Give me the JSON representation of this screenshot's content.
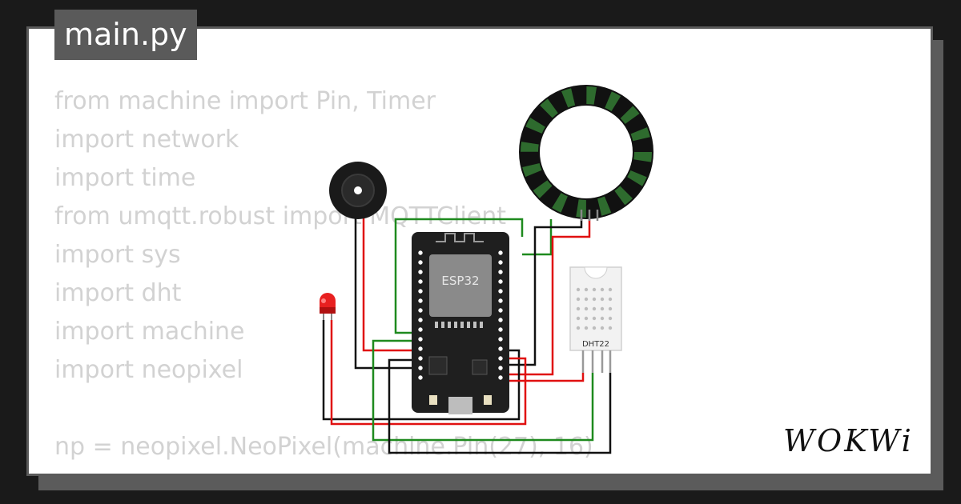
{
  "file_tab": {
    "label": "main.py"
  },
  "code_lines": [
    "from machine import Pin, Timer",
    "import network",
    "import time",
    "from umqtt.robust import MQTTClient",
    "import sys",
    "import dht",
    "import machine",
    "import neopixel",
    "",
    "np = neopixel.NeoPixel(machine.Pin(27), 16)"
  ],
  "components": {
    "mcu_label": "ESP32",
    "sensor_label": "DHT22"
  },
  "brand": {
    "logo_text": "WOKWi"
  },
  "colors": {
    "wire_green": "#1e8a1e",
    "wire_red": "#e01010",
    "wire_black": "#111111",
    "ring_led": "#2e6b2e",
    "board": "#1f1f1f",
    "chip": "#8a8a8a"
  }
}
